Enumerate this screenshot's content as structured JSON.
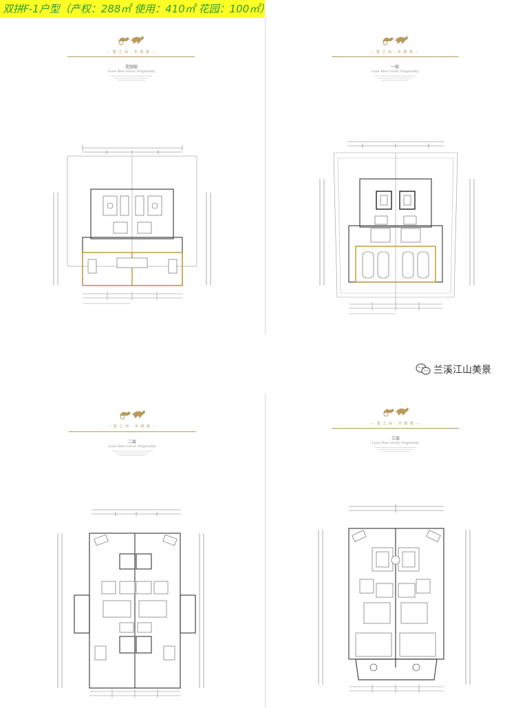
{
  "title": "双拼F-1户型（产权：288㎡ 使用：410㎡ 花园：100㎡）",
  "watermark": {
    "text": "兰溪江山美景",
    "icon": "wechat-icon"
  },
  "panels": [
    {
      "id": "garden-level",
      "subtag": "— 墅 之 尚 · 天 赋 者 —",
      "label": "花园层",
      "label_en": "Luxe Rise Great Originality"
    },
    {
      "id": "first-floor",
      "subtag": "— 墅 之 尚 · 天 赋 者 —",
      "label": "一层",
      "label_en": "Luxe Rise Great Originality"
    },
    {
      "id": "second-floor",
      "subtag": "— 墅 之 尚 · 天 赋 者 —",
      "label": "二层",
      "label_en": "Luxe Rise Great Originality"
    },
    {
      "id": "third-floor",
      "subtag": "— 墅 之 尚 · 天 赋 者 —",
      "label": "三层",
      "label_en": "Luxe Rise Great Originality"
    }
  ],
  "colors": {
    "title_bg": "#ffff26",
    "title_text": "#2e9a2e",
    "gold": "#b89b5e",
    "wall": "#555555",
    "highlight_wall": "#c8a04a"
  }
}
